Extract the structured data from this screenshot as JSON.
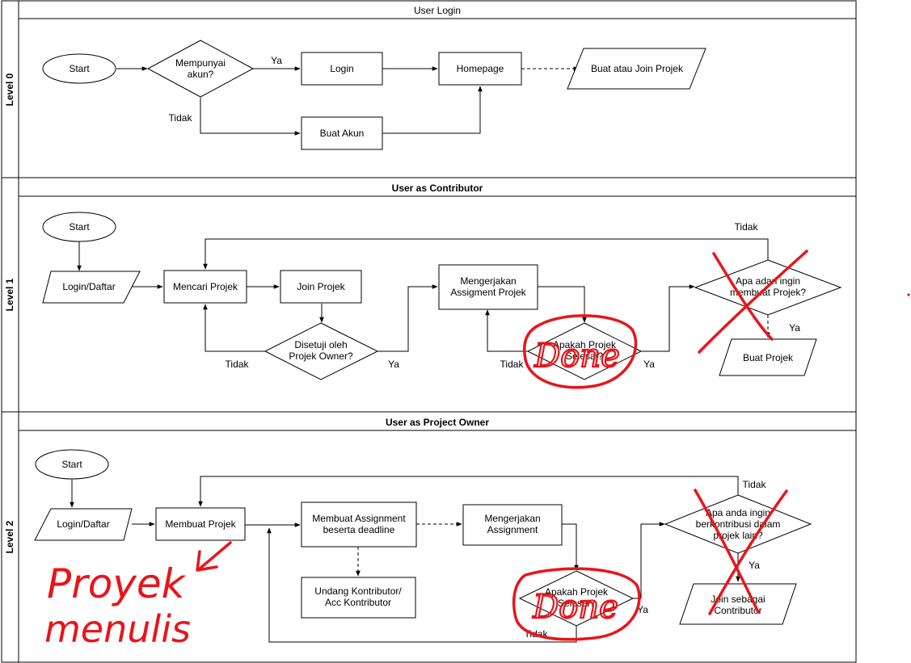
{
  "lanes": [
    {
      "level": "Level 0",
      "title": "User Login"
    },
    {
      "level": "Level 1",
      "title": "User as Contributor"
    },
    {
      "level": "Level 2",
      "title": "User as Project Owner"
    }
  ],
  "lane0": {
    "start": "Start",
    "decision": [
      "Mempunyai",
      "akun?"
    ],
    "login": "Login",
    "homepage": "Homepage",
    "create_join": "Buat atau Join Projek",
    "create_account": "Buat Akun",
    "yes": "Ya",
    "no": "Tidak"
  },
  "lane1": {
    "start": "Start",
    "login_register": "Login/Daftar",
    "search": "Mencari Projek",
    "join": "Join Projek",
    "approved": [
      "Disetuji oleh",
      "Projek Owner?"
    ],
    "working": [
      "Mengerjakan",
      "Assigment Projek"
    ],
    "finished": [
      "Apakah Projek",
      "Selesai?"
    ],
    "want_create": [
      "Apa adan ingin",
      "membuat Projek?"
    ],
    "create": "Buat Projek",
    "yes_approved": "Ya",
    "no_approved": "Tidak",
    "yes_finished": "Ya",
    "no_finished": "Tidak",
    "yes_create": "Ya",
    "no_create": "Tidak"
  },
  "lane2": {
    "start": "Start",
    "login_register": "Login/Daftar",
    "create": "Membuat Projek",
    "assignment": [
      "Membuat Assignment",
      "beserta deadline"
    ],
    "invite": [
      "Undang Kontributor/",
      "Acc Kontributor"
    ],
    "working": [
      "Mengerjakan",
      "Assignment"
    ],
    "finished": [
      "Apakah Projek",
      "Selesai?"
    ],
    "want_contribute": [
      "Apa anda ingin",
      "berkontribusi dalam",
      "projek lain?"
    ],
    "join_contributor": [
      "Join sebagai",
      "Contributor"
    ],
    "yes_finished": "Ya",
    "no_finished": "Tidak",
    "yes_contribute": "Ya",
    "no_contribute": "Tidak"
  },
  "handwriting": {
    "done_1": "Done",
    "done_2": "Done",
    "note": [
      "Proyek",
      "menulis"
    ]
  },
  "colors": {
    "line": "#000000",
    "annotation": "#e8151b",
    "background": "#ffffff"
  }
}
